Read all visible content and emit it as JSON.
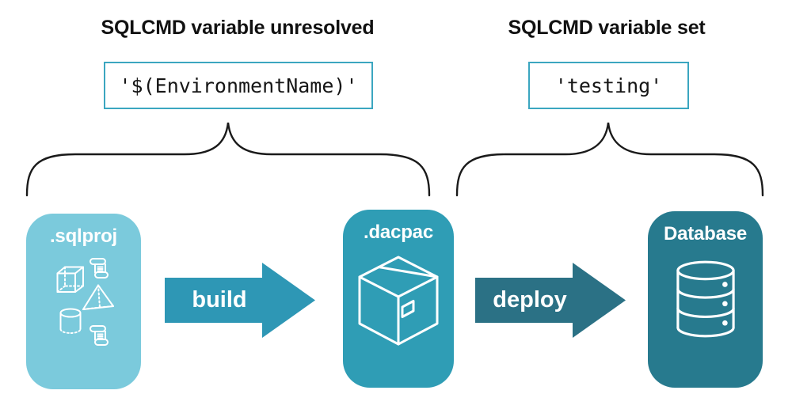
{
  "canvas": {
    "background": "#ffffff"
  },
  "annotations": {
    "unresolved": {
      "title": "SQLCMD variable unresolved",
      "code": "'$(EnvironmentName)'"
    },
    "set": {
      "title": "SQLCMD variable set",
      "code": "'testing'"
    }
  },
  "pipeline": {
    "nodes": [
      {
        "label": ".sqlproj",
        "color": "#7bcadc",
        "icons": [
          "sql-script-icon",
          "cube-icon",
          "pyramid-icon",
          "cylinder-icon",
          "sql-script-icon"
        ]
      },
      {
        "label": ".dacpac",
        "color": "#2f9db5",
        "icons": [
          "package-icon"
        ]
      },
      {
        "label": "Database",
        "color": "#277a8e",
        "icons": [
          "database-icon"
        ]
      }
    ],
    "arrows": [
      {
        "label": "build",
        "color": "#2e97b5"
      },
      {
        "label": "deploy",
        "color": "#2b7185"
      }
    ]
  },
  "colors": {
    "heading_text": "#111111",
    "code_text": "#161616",
    "code_box_border": "#3ba6c0",
    "brace": "#1a1a1a",
    "node_label": "#ffffff",
    "arrow_label": "#ffffff",
    "icon_stroke": "#ffffff"
  }
}
